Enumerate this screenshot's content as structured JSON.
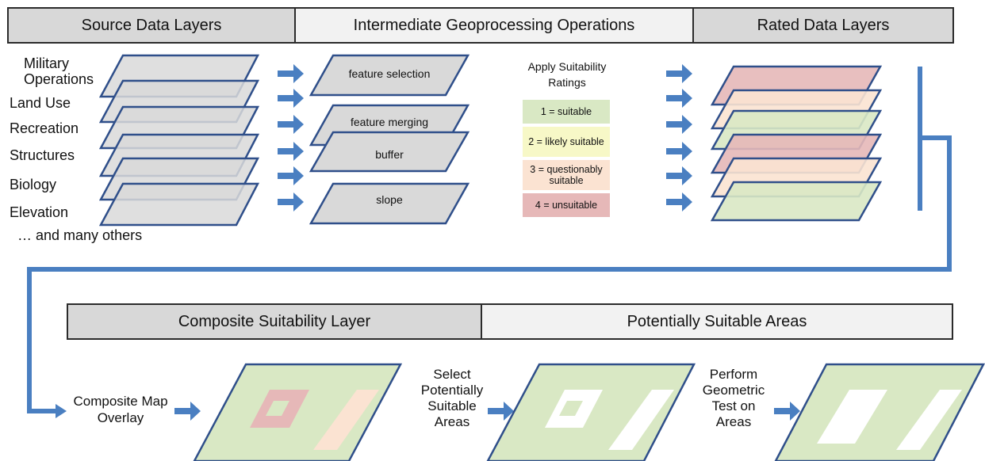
{
  "headers": {
    "source": "Source Data Layers",
    "intermediate": "Intermediate Geoprocessing Operations",
    "rated": "Rated Data Layers",
    "composite": "Composite Suitability Layer",
    "potential": "Potentially Suitable Areas"
  },
  "source_layers": [
    "Military Operations",
    "Land Use",
    "Recreation",
    "Structures",
    "Biology",
    "Elevation"
  ],
  "source_more": "… and many others",
  "operations": {
    "selection": "feature selection",
    "merging": "feature merging",
    "buffer": "buffer",
    "slope": "slope"
  },
  "ratings_title": "Apply Suitability Ratings",
  "ratings": [
    {
      "label": "1 = suitable",
      "color": "#d9e8c4"
    },
    {
      "label": "2 = likely suitable",
      "color": "#f7f8c7"
    },
    {
      "label": "3 = questionably suitable",
      "color": "#fbe3d2"
    },
    {
      "label": "4 = unsuitable",
      "color": "#e6b8b8"
    }
  ],
  "rated_layer_colors": [
    "#e6b8b8",
    "#fbe3d2",
    "#d9e8c4",
    "#e6b8b8",
    "#fbe3d2",
    "#d9e8c4"
  ],
  "steps": {
    "composite": "Composite Map Overlay",
    "select": "Select Potentially Suitable Areas",
    "geometric": "Perform Geometric Test on Areas"
  },
  "colors": {
    "arrow": "#4a7fc1",
    "outline": "#2f4f8a",
    "layer_grey": "#d9d9d9",
    "suitable": "#d9e8c4",
    "unsuitable": "#e6b8b8",
    "questionable": "#fbe3d2"
  }
}
